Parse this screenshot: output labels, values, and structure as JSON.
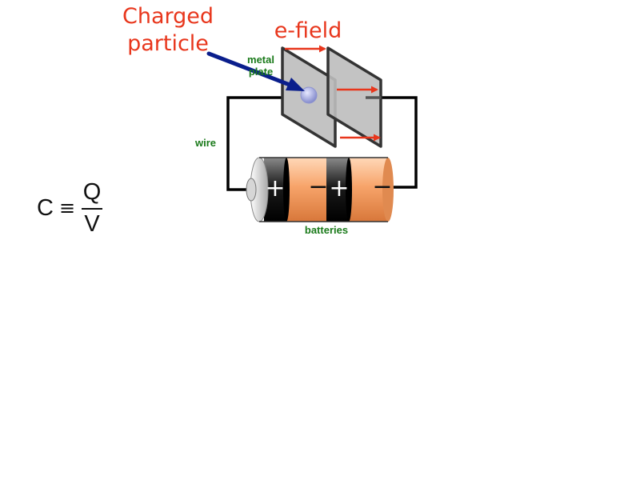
{
  "labels": {
    "charged_particle_line1": "Charged",
    "charged_particle_line2": "particle",
    "e_field": "e-field",
    "metal_plate_line1": "metal",
    "metal_plate_line2": "plate",
    "wire": "wire",
    "batteries": "batteries"
  },
  "formula": {
    "lhs": "C",
    "relation": "≡",
    "numerator": "Q",
    "denominator": "V"
  },
  "battery_signs": {
    "cell1_positive": "+",
    "cell1_negative": "−",
    "cell2_positive": "+",
    "cell2_negative": "−"
  },
  "colors": {
    "label_red": "#e8361c",
    "label_green": "#1a7a1a",
    "pointer_arrow": "#0a1e8c",
    "field_arrow": "#e8361c",
    "plate_fill": "#bcbcbc",
    "plate_edge": "#333333",
    "battery_orange": "#f7a46a",
    "battery_black": "#1a1a1a",
    "wire": "#000000",
    "particle": "#9da3d6"
  }
}
